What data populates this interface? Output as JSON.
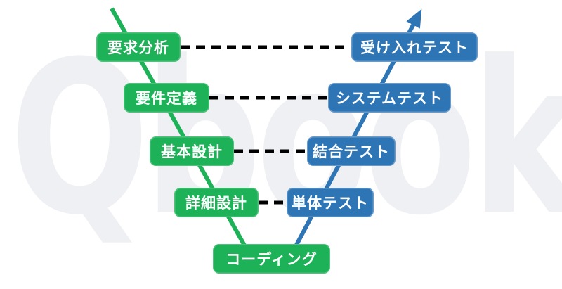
{
  "watermark": {
    "text": "Qbook"
  },
  "colors": {
    "green": "#1db158",
    "blue": "#2e75b6",
    "connector": "#000000",
    "watermark": "#eff0f3",
    "boxtext": "#ffffff"
  },
  "vmodel": {
    "left_phases": [
      {
        "label": "要求分析"
      },
      {
        "label": "要件定義"
      },
      {
        "label": "基本設計"
      },
      {
        "label": "詳細設計"
      }
    ],
    "bottom_phase": {
      "label": "コーディング"
    },
    "right_phases": [
      {
        "label": "受け入れテスト"
      },
      {
        "label": "システムテスト"
      },
      {
        "label": "結合テスト"
      },
      {
        "label": "単体テスト"
      }
    ]
  }
}
